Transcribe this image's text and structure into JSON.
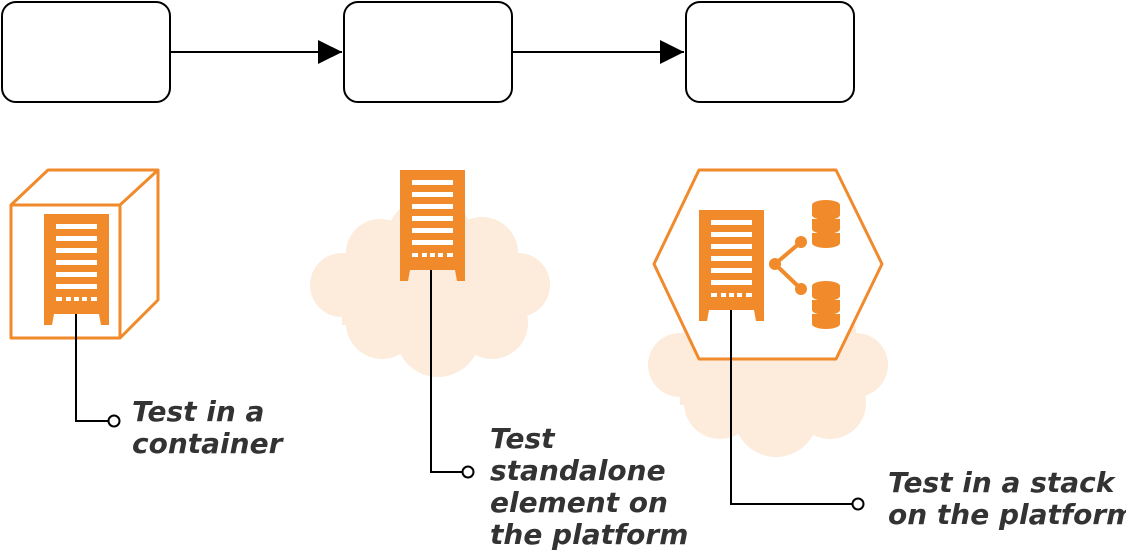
{
  "colors": {
    "accent": "#F08A2B",
    "cloud": "#FDEBDC",
    "line": "#000000",
    "text": "#333333",
    "background": "#FFFFFF"
  },
  "labels": {
    "container": [
      "Test in a",
      "container"
    ],
    "standalone": [
      "Test",
      "standalone",
      "element on",
      "the platform"
    ],
    "stack": [
      "Test in a stack",
      "on the platform"
    ]
  },
  "icons": [
    "server-icon",
    "container-box-icon",
    "cloud-icon",
    "hexagon-icon",
    "share-icon",
    "database-icon"
  ]
}
